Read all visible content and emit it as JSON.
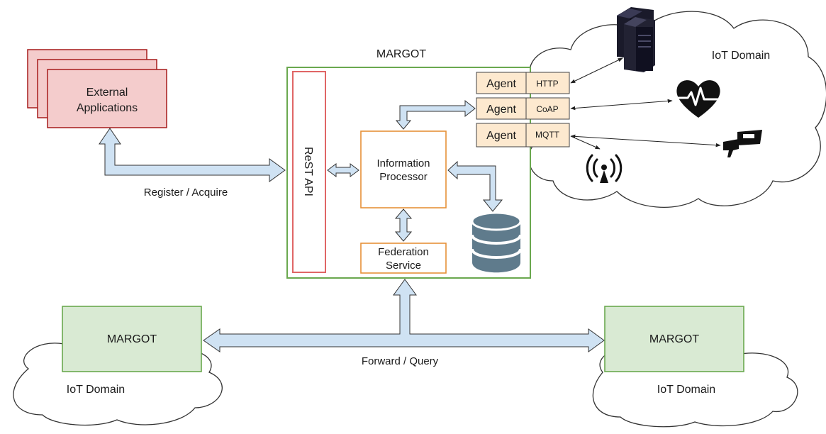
{
  "diagram": {
    "title": "MARGOT",
    "external_apps_label_line1": "External",
    "external_apps_label_line2": "Applications",
    "rest_api_label": "ReST API",
    "info_processor_line1": "Information",
    "info_processor_line2": "Processor",
    "federation_line1": "Federation",
    "federation_line2": "Service",
    "agents": [
      {
        "label": "Agent",
        "protocol": "HTTP"
      },
      {
        "label": "Agent",
        "protocol": "CoAP"
      },
      {
        "label": "Agent",
        "protocol": "MQTT"
      }
    ],
    "iot_domain_main": "IoT Domain",
    "register_label": "Register / Acquire",
    "forward_label": "Forward / Query",
    "left_peer": {
      "title": "MARGOT",
      "domain": "IoT Domain"
    },
    "right_peer": {
      "title": "MARGOT",
      "domain": "IoT Domain"
    },
    "icons": [
      "server-icon",
      "heart-rate-icon",
      "camera-icon",
      "wireless-antenna-icon",
      "database-icon"
    ],
    "colors": {
      "margot_border": "#6aa84f",
      "peer_fill": "#d9ead3",
      "app_fill": "#f4cccc",
      "app_border": "#a61c1c",
      "rest_border": "#e06666",
      "processor_border": "#e69138",
      "agent_fill": "#fde9cf",
      "arrow_fill": "#cfe2f3",
      "icon_dark": "#111111",
      "database": "#5f7b8c"
    }
  }
}
